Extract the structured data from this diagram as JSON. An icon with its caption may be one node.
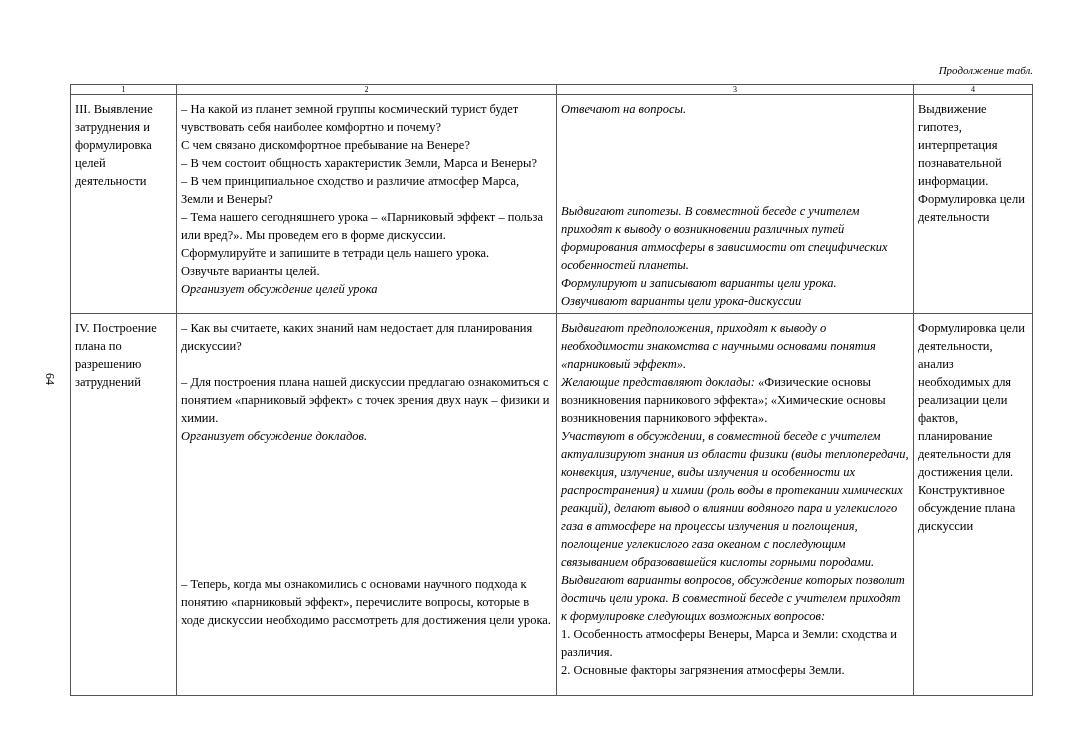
{
  "diagram": {
    "labels": [
      "Продолжение табл.",
      "64",
      "1",
      "2",
      "3",
      "4",
      "III. Выявление затруднения и формулировка целей деятельности",
      "– На какой из планет земной группы космический турист будет чувствовать себя наиболее комфортно и почему?",
      "С чем связано дискомфортное пребывание на Венере?",
      "– В чем состоит общность характеристик Земли, Марса и Венеры?",
      "– В чем принципиальное сходство и различие атмосфер Марса, Земли и Венеры?",
      "– Тема нашего сегодняшнего урока – «Парниковый эффект – польза или вред?». Мы проведем его в форме дискуссии.",
      "Сформулируйте и запишите в тетради цель нашего урока.",
      "Озвучьте варианты целей.",
      "Организует обсуждение целей урока",
      "Отвечают на вопросы.",
      "Выдвигают гипотезы. В совместной беседе с учителем приходят к выводу о возникновении различных путей формирования атмосферы в зависимости от специфических особенностей планеты.",
      "Формулируют и записывают варианты цели урока.",
      "Озвучивают варианты цели урока-дискуссии",
      "Выдвижение гипотез, интерпретация познавательной информации. Формулировка цели деятельности",
      "IV. Построение плана по разрешению затруднений",
      "– Как вы считаете, каких знаний нам недостает для планирования дискуссии?",
      "– Для построения плана нашей дискуссии предлагаю ознакомиться с понятием «парниковый эффект» с точек зрения двух наук – физики и химии.",
      "Организует обсуждение докладов.",
      "– Теперь, когда мы ознакомились с основами научного подхода к понятию «парниковый эффект», перечислите вопросы, которые в ходе дискуссии необходимо рассмотреть для достижения цели урока.",
      "Выдвигают предположения, приходят к выводу о необходимости знакомства с научными основами понятия «парниковый эффект».",
      "*Желающие представляют доклады:* «Физические основы возникновения парникового эффекта»; «Химические основы возникновения парникового эффекта».",
      "Участвуют в обсуждении, в совместной беседе с учителем актуализируют знания из области физики (виды теплопередачи, конвекция, излучение, виды излучения и особенности их распространения) и химии (роль воды в протекании химических реакций), делают вывод о влиянии водяного пара и углекислого газа в атмосфере на процессы излучения и поглощения, поглощение углекислого газа океаном с последующим связыванием образовавшейся кислоты горными породами.",
      "Выдвигают варианты вопросов, обсуждение которых позволит достичь цели урока. В совместной беседе с учителем приходят к формулировке следующих возможных вопросов:",
      "1. Особенность атмосферы Венеры, Марса и Земли: сходства и различия.",
      "2. Основные факторы загрязнения атмосферы Земли.",
      "Формулировка цели деятельности, анализ необходимых для реализации цели фактов, планирование деятельности для достижения цели.",
      "Конструктивное обсуждение плана дискуссии"
    ]
  }
}
